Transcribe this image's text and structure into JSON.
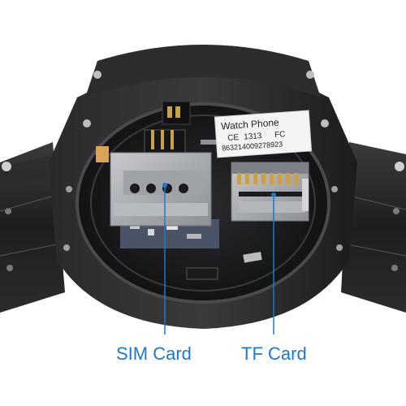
{
  "photo": {
    "sticker": {
      "title": "Watch Phone",
      "ce_mark": "CE",
      "ce_number": "1313",
      "fc_mark": "FC",
      "imei": "863214009278923"
    },
    "callouts": {
      "sim_label": "SIM Card",
      "tf_label": "TF Card"
    },
    "colors": {
      "callout": "#1f78c8",
      "metal": "#1c1c1e",
      "slot": "#a9acb0"
    }
  }
}
